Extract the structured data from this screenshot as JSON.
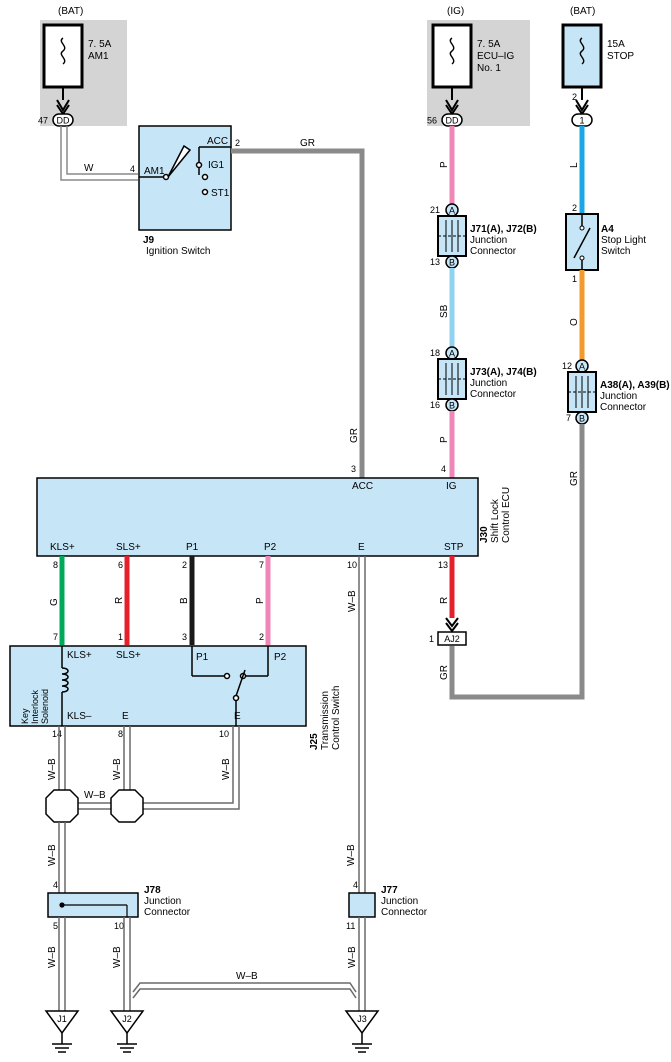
{
  "colors": {
    "box_fill": "#c6e6f7",
    "supply_fill": "#d4d4d4",
    "GR": "#8a8a8a",
    "P": "#ee86b8",
    "SB": "#8fd3f0",
    "L": "#1ba7e6",
    "O": "#f39a2e",
    "G": "#00a85a",
    "R": "#e4202b",
    "B": "#1a1a1a",
    "WB": "#6a6a6a",
    "W": "#8a8a8a"
  },
  "supplies": {
    "bat1": {
      "tag": "(BAT)",
      "fuse_line1": "7. 5A",
      "fuse_line2": "AM1",
      "pin": "47",
      "conn": "DD"
    },
    "ig": {
      "tag": "(IG)",
      "fuse_line1": "7. 5A",
      "fuse_line2": "ECU–IG",
      "fuse_line3": "No. 1",
      "pin": "56",
      "conn": "DD"
    },
    "bat2": {
      "tag": "(BAT)",
      "fuse_line1": "15A",
      "fuse_line2": "STOP",
      "pin": "2",
      "conn": "1"
    }
  },
  "ignition_switch": {
    "code": "J9",
    "name": "Ignition Switch",
    "acc": "ACC",
    "ig1": "IG1",
    "st1": "ST1",
    "am1": "AM1",
    "pin_acc": "2",
    "pin_am1": "4",
    "wire_w": "W",
    "wire_gr": "GR"
  },
  "stop_light_switch": {
    "code": "A4",
    "name_line1": "Stop Light",
    "name_line2": "Switch",
    "pin_top": "2",
    "pin_bottom": "1"
  },
  "junction_connectors": {
    "j71": {
      "code": "J71(A), J72(B)",
      "name_line1": "Junction",
      "name_line2": "Connector",
      "pin_top": "21",
      "pin_bottom": "13",
      "tag_top": "A",
      "tag_bottom": "B"
    },
    "j73": {
      "code": "J73(A), J74(B)",
      "name_line1": "Junction",
      "name_line2": "Connector",
      "pin_top": "18",
      "pin_bottom": "16",
      "tag_top": "A",
      "tag_bottom": "B"
    },
    "a38": {
      "code": "A38(A), A39(B)",
      "name_line1": "Junction",
      "name_line2": "Connector",
      "pin_top": "12",
      "pin_bottom": "7",
      "tag_top": "A",
      "tag_bottom": "B"
    },
    "j78": {
      "code": "J78",
      "name_line1": "Junction",
      "name_line2": "Connector",
      "pin_top": "4",
      "pin_b1": "5",
      "pin_b2": "10"
    },
    "j77": {
      "code": "J77",
      "name_line1": "Junction",
      "name_line2": "Connector",
      "pin_top": "4",
      "pin_bottom": "11"
    }
  },
  "wire_labels": {
    "p1": "P",
    "sb": "SB",
    "p2": "P",
    "l": "L",
    "o": "O",
    "gr_acc": "GR",
    "gr_right": "GR",
    "g": "G",
    "r1": "R",
    "b": "B",
    "p3": "P",
    "r2": "R",
    "gr_aj2": "GR",
    "wb_e": "W–B",
    "wb1": "W–B",
    "wb2": "W–B",
    "wb3": "W–B",
    "wb_h": "W–B",
    "wb4": "W–B",
    "wb5": "W–B",
    "wb6": "W–B",
    "wb7": "W–B",
    "wb8": "W–B",
    "wb_bottom": "W–B"
  },
  "ecu": {
    "code": "J30",
    "name_line1": "Shift Lock",
    "name_line2": "Control ECU",
    "acc": "ACC",
    "ig": "IG",
    "pin_acc": "3",
    "pin_ig": "4",
    "pins": [
      "KLS+",
      "SLS+",
      "P1",
      "P2",
      "E",
      "STP"
    ],
    "pin_nums": [
      "8",
      "6",
      "2",
      "7",
      "10",
      "13"
    ]
  },
  "aj2": {
    "label": "AJ2",
    "pin": "1"
  },
  "tcs": {
    "code": "J25",
    "name_line1": "Transmission",
    "name_line2": "Control Switch",
    "kls_plus": "KLS+",
    "sls_plus": "SLS+",
    "p1": "P1",
    "p2": "P2",
    "kls_minus": "KLS–",
    "e1": "E",
    "e2": "E",
    "solenoid_line1": "Key",
    "solenoid_line2": "Interlock",
    "solenoid_line3": "Solenoid",
    "pin_top": [
      "7",
      "1",
      "3",
      "2"
    ],
    "pin_bottom": [
      "14",
      "8",
      "10"
    ]
  },
  "grounds": [
    "J1",
    "J2",
    "J3"
  ]
}
